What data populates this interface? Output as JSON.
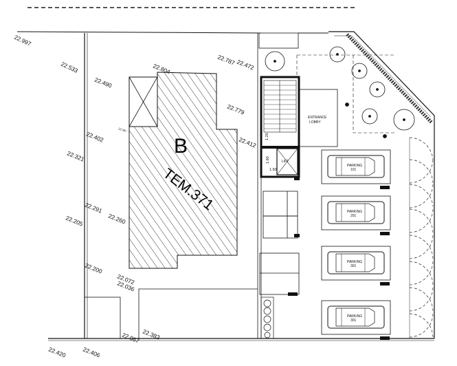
{
  "building": {
    "block_letter": "B",
    "plot_label": "TEM.371"
  },
  "levels": [
    "22.997",
    "22.533",
    "22.490",
    "22.804",
    "22.787",
    "22.472",
    "22.779",
    "22.402",
    "22.321",
    "22.412",
    "22.291",
    "22.260",
    "22.205",
    "22.200",
    "22.072",
    "22.036",
    "22.067",
    "22.383",
    "22.420",
    "22.406"
  ],
  "level_small": "22.387",
  "rooms": {
    "entrance_line1": "ENTRANCE",
    "entrance_line2": "LOBBY",
    "lift": "LIFT",
    "dim_a": "1.60",
    "dim_b": "1.60",
    "dim_c": "1.20"
  },
  "parking": [
    "PARKING 101",
    "PARKING 201",
    "PARKING 301",
    "PARKING 301"
  ]
}
